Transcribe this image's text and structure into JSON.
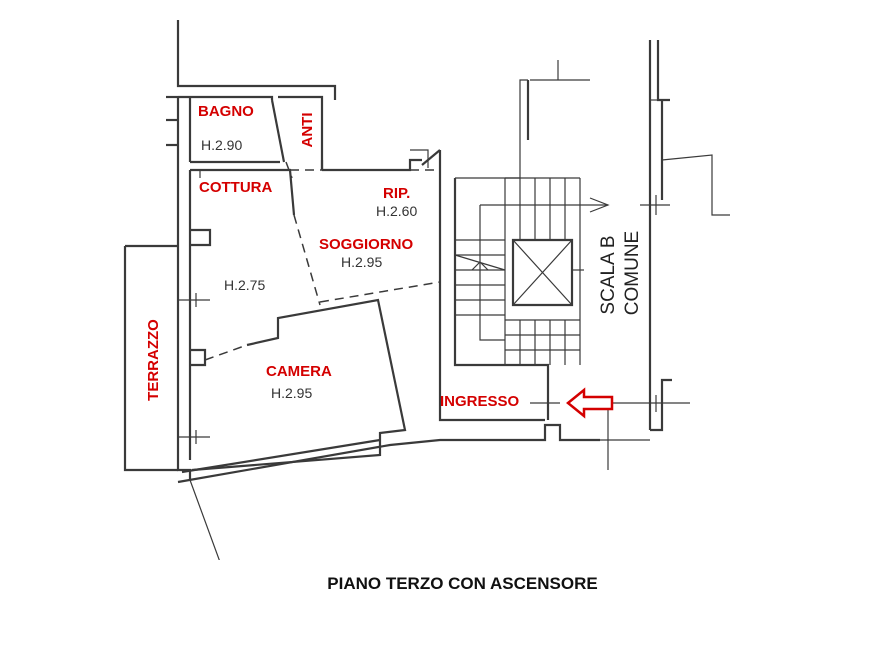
{
  "colors": {
    "label": "#d40000",
    "wall": "#3a3a3a",
    "arrow": "#d40000"
  },
  "rooms": {
    "bagno": {
      "name": "BAGNO",
      "height": "H.2.90"
    },
    "anti": {
      "name": "ANTI"
    },
    "cottura": {
      "name": "COTTURA",
      "height": "H.2.75"
    },
    "rip": {
      "name": "RIP.",
      "height": "H.2.60"
    },
    "soggiorno": {
      "name": "SOGGIORNO",
      "height": "H.2.95"
    },
    "camera": {
      "name": "CAMERA",
      "height": "H.2.95"
    },
    "terrazzo": {
      "name": "TERRAZZO"
    },
    "ingresso": {
      "name": "INGRESSO"
    }
  },
  "stair": {
    "line1": "SCALA B",
    "line2": "COMUNE"
  },
  "entrance_arrow_icon": "left-arrow-icon",
  "caption": "PIANO TERZO CON ASCENSORE"
}
